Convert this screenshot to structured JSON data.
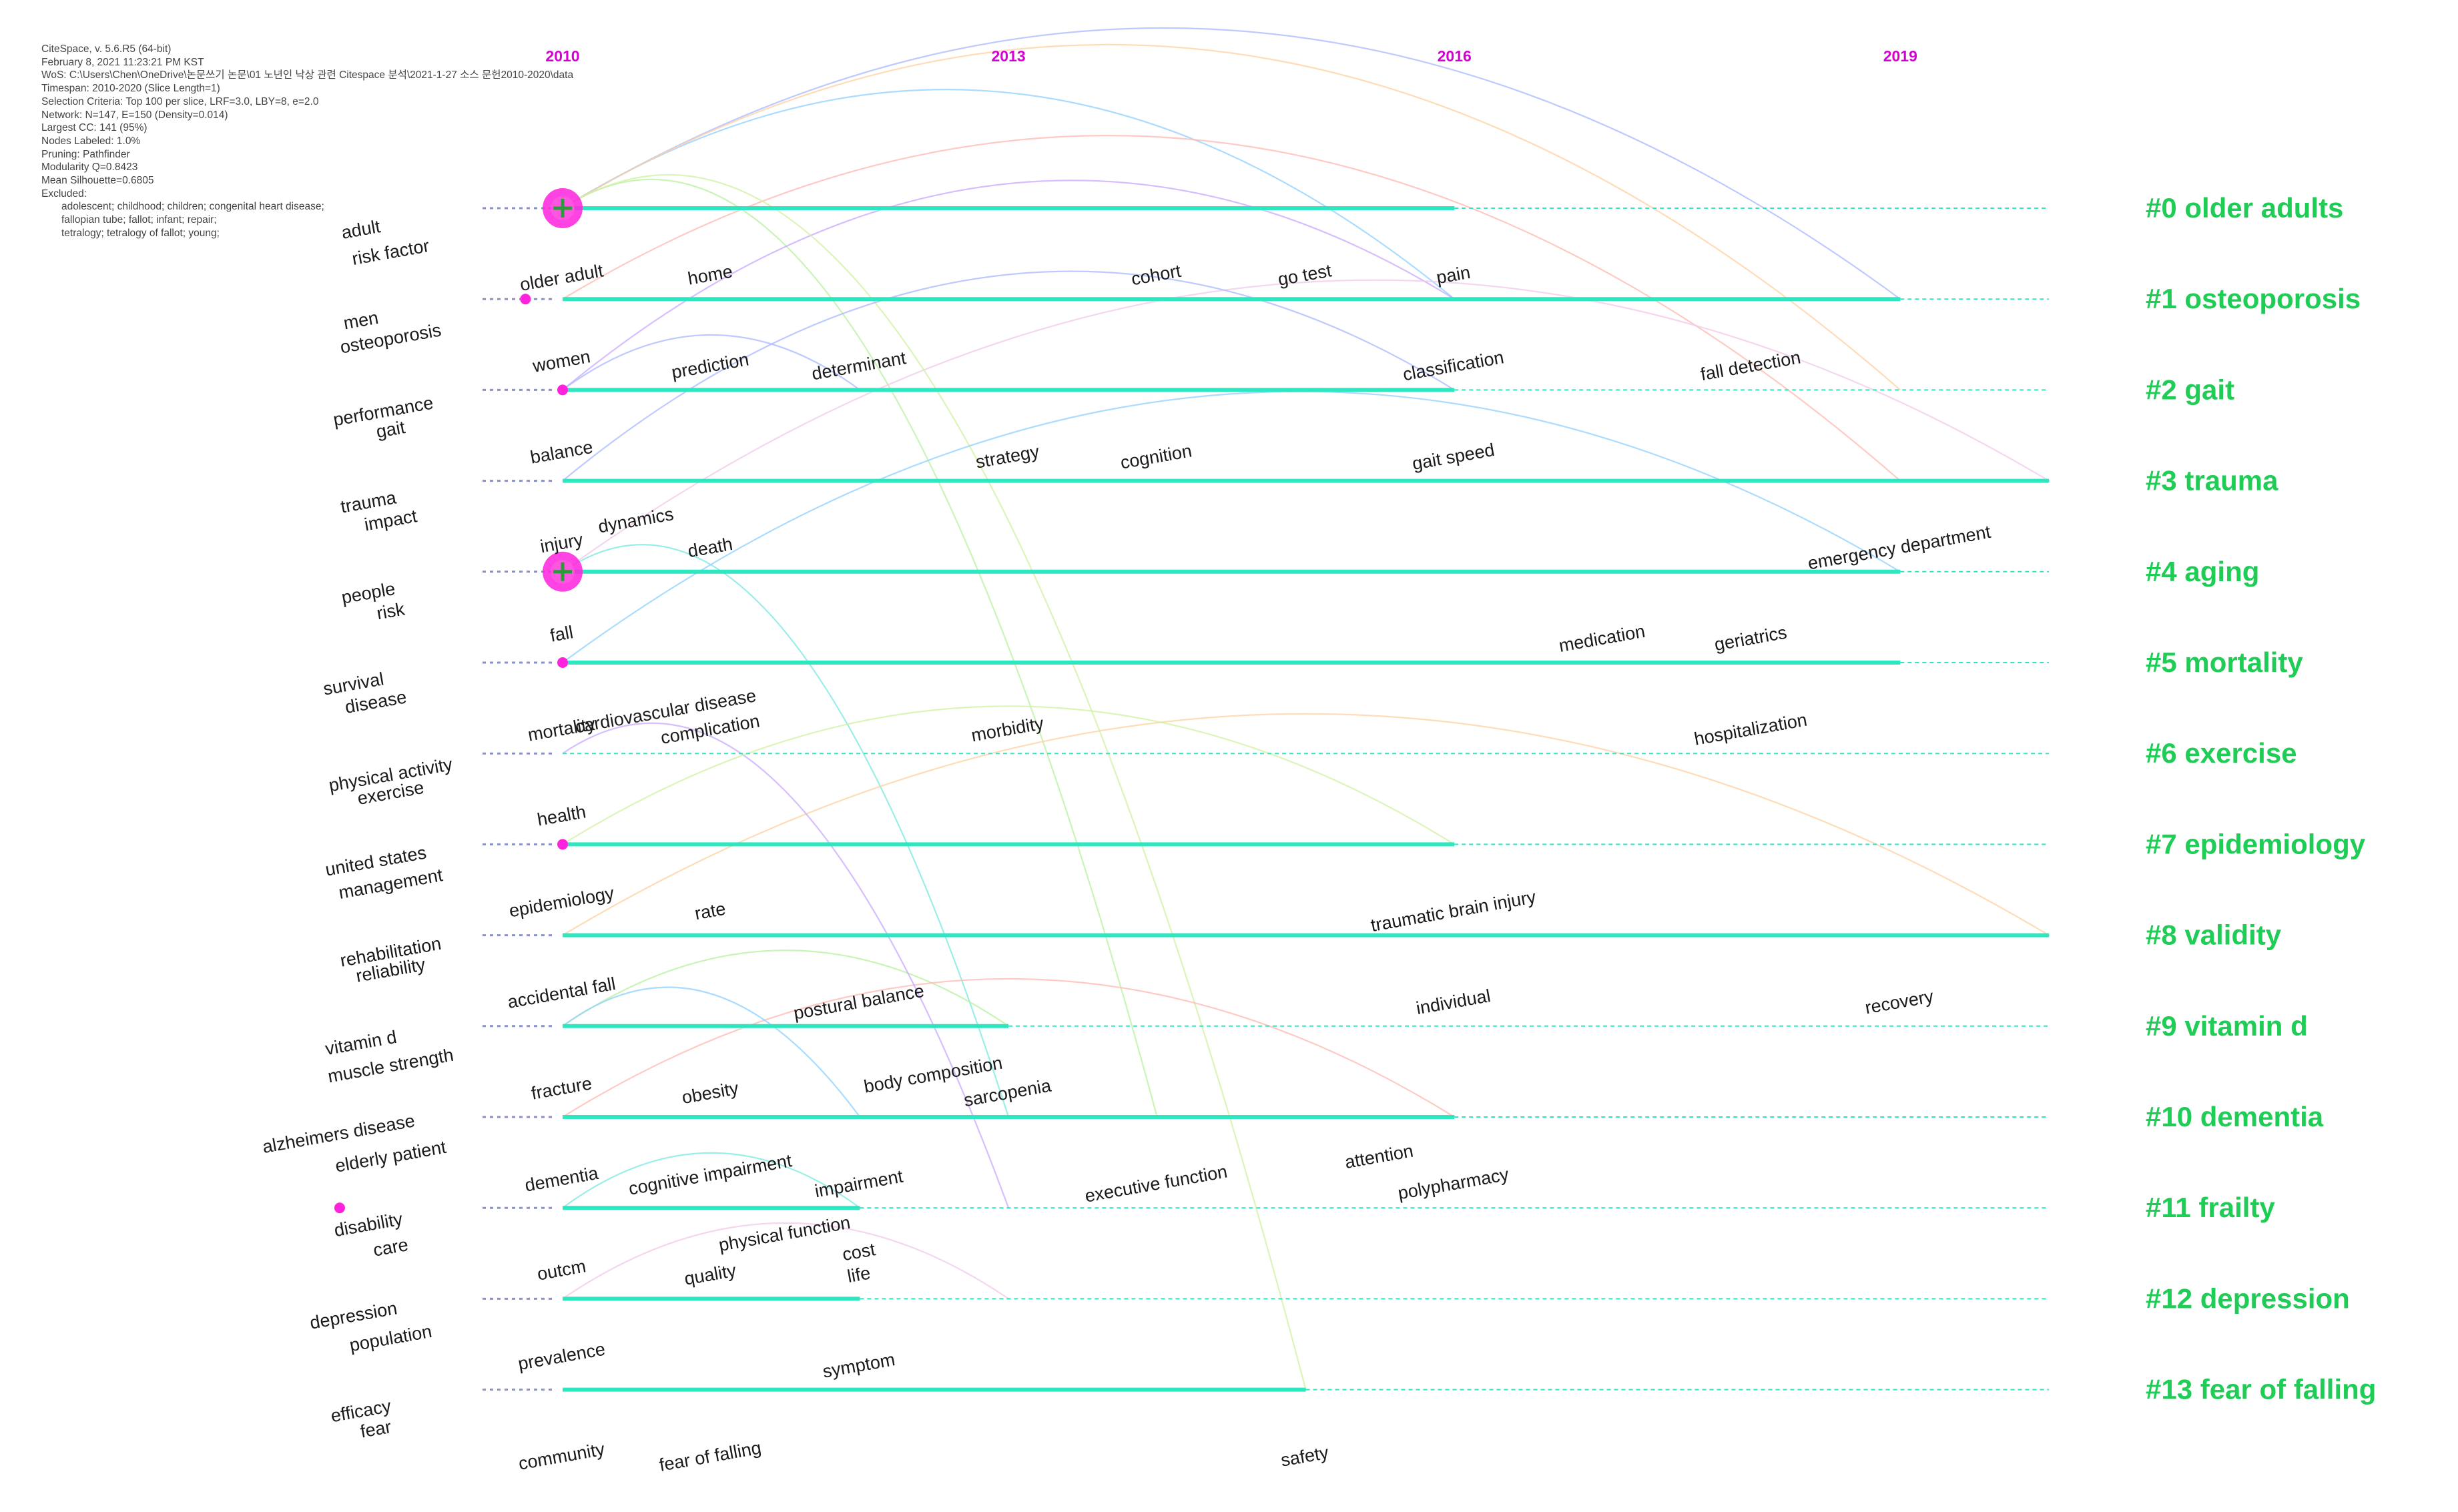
{
  "meta": {
    "lines": [
      "CiteSpace, v. 5.6.R5 (64-bit)",
      "February 8, 2021 11:23:21 PM KST",
      "WoS: C:\\Users\\Chen\\OneDrive\\논문쓰기 논문\\01 노년인 낙상 관련 Citespace 분석\\2021-1-27 소스 문헌2010-2020\\data",
      "Timespan: 2010-2020 (Slice Length=1)",
      "Selection Criteria: Top 100 per slice, LRF=3.0, LBY=8, e=2.0",
      "Network: N=147, E=150 (Density=0.014)",
      "Largest CC: 141 (95%)",
      "Nodes Labeled: 1.0%",
      "Pruning: Pathfinder",
      "Modularity Q=0.8423",
      "Mean Silhouette=0.6805",
      "Excluded:"
    ],
    "excluded_lines": [
      "adolescent; childhood; children; congenital heart disease;",
      "fallopian tube; fallot; infant; repair;",
      "tetralogy; tetralogy of fallot; young;"
    ]
  },
  "chart_data": {
    "type": "timeline",
    "x": {
      "ticks": [
        "2010",
        "2013",
        "2016",
        "2019"
      ],
      "range": [
        2010,
        2020
      ]
    },
    "colors": {
      "timeline": "#2ee6c0",
      "cluster_label": "#1fcc55",
      "year_label": "#d400d4",
      "node": "#ff22dd",
      "link_palette": [
        "#a8b8ff",
        "#8fd0ff",
        "#b8f0a0",
        "#ffd0a0",
        "#ffb8b0",
        "#c8a8ff",
        "#7ae8e0",
        "#f0c8e8",
        "#d0f0a0"
      ]
    },
    "clusters": [
      {
        "id": 0,
        "label": "#0 older adults",
        "start": 2010,
        "end": 2016
      },
      {
        "id": 1,
        "label": "#1 osteoporosis",
        "start": 2010,
        "end": 2019
      },
      {
        "id": 2,
        "label": "#2 gait",
        "start": 2010,
        "end": 2016
      },
      {
        "id": 3,
        "label": "#3 trauma",
        "start": 2010,
        "end": 2020
      },
      {
        "id": 4,
        "label": "#4 aging",
        "start": 2010,
        "end": 2019
      },
      {
        "id": 5,
        "label": "#5 mortality",
        "start": 2010,
        "end": 2019
      },
      {
        "id": 6,
        "label": "#6 exercise",
        "start": 2010,
        "end": 2010
      },
      {
        "id": 7,
        "label": "#7 epidemiology",
        "start": 2010,
        "end": 2016
      },
      {
        "id": 8,
        "label": "#8 validity",
        "start": 2010,
        "end": 2020
      },
      {
        "id": 9,
        "label": "#9 vitamin d",
        "start": 2010,
        "end": 2013
      },
      {
        "id": 10,
        "label": "#10 dementia",
        "start": 2010,
        "end": 2016
      },
      {
        "id": 11,
        "label": "#11 frailty",
        "start": 2010,
        "end": 2012
      },
      {
        "id": 12,
        "label": "#12 depression",
        "start": 2010,
        "end": 2012
      },
      {
        "id": 13,
        "label": "#13 fear of falling",
        "start": 2010,
        "end": 2015
      }
    ],
    "terms": [
      {
        "text": "adult",
        "year": 2008.65,
        "row": 0.3
      },
      {
        "text": "risk factor",
        "year": 2008.85,
        "row": 0.55
      },
      {
        "text": "older adult",
        "year": 2010.0,
        "row": 0.83
      },
      {
        "text": "men",
        "year": 2008.65,
        "row": 1.3
      },
      {
        "text": "osteoporosis",
        "year": 2008.85,
        "row": 1.5
      },
      {
        "text": "women",
        "year": 2010.0,
        "row": 1.75
      },
      {
        "text": "home",
        "year": 2011.0,
        "row": 0.8
      },
      {
        "text": "cohort",
        "year": 2014.0,
        "row": 0.8
      },
      {
        "text": "go test",
        "year": 2015.0,
        "row": 0.8
      },
      {
        "text": "pain",
        "year": 2016.0,
        "row": 0.8
      },
      {
        "text": "prediction",
        "year": 2011.0,
        "row": 1.8
      },
      {
        "text": "determinant",
        "year": 2012.0,
        "row": 1.8
      },
      {
        "text": "classification",
        "year": 2016.0,
        "row": 1.8
      },
      {
        "text": "fall detection",
        "year": 2018.0,
        "row": 1.8
      },
      {
        "text": "performance",
        "year": 2008.8,
        "row": 2.3
      },
      {
        "text": "gait",
        "year": 2008.85,
        "row": 2.5
      },
      {
        "text": "balance",
        "year": 2010.0,
        "row": 2.75
      },
      {
        "text": "strategy",
        "year": 2013.0,
        "row": 2.8
      },
      {
        "text": "cognition",
        "year": 2014.0,
        "row": 2.8
      },
      {
        "text": "gait speed",
        "year": 2016.0,
        "row": 2.8
      },
      {
        "text": "trauma",
        "year": 2008.7,
        "row": 3.3
      },
      {
        "text": "impact",
        "year": 2008.85,
        "row": 3.5
      },
      {
        "text": "injury",
        "year": 2010.0,
        "row": 3.75
      },
      {
        "text": "dynamics",
        "year": 2010.5,
        "row": 3.5
      },
      {
        "text": "death",
        "year": 2011.0,
        "row": 3.8
      },
      {
        "text": "emergency department",
        "year": 2019.0,
        "row": 3.8
      },
      {
        "text": "people",
        "year": 2008.7,
        "row": 4.3
      },
      {
        "text": "risk",
        "year": 2008.85,
        "row": 4.5
      },
      {
        "text": "fall",
        "year": 2010.0,
        "row": 4.75
      },
      {
        "text": "medication",
        "year": 2017.0,
        "row": 4.8
      },
      {
        "text": "geriatrics",
        "year": 2018.0,
        "row": 4.8
      },
      {
        "text": "survival",
        "year": 2008.6,
        "row": 5.3
      },
      {
        "text": "disease",
        "year": 2008.75,
        "row": 5.5
      },
      {
        "text": "mortality",
        "year": 2010.0,
        "row": 5.8
      },
      {
        "text": "cardiovascular disease",
        "year": 2010.7,
        "row": 5.6
      },
      {
        "text": "complication",
        "year": 2011.0,
        "row": 5.8
      },
      {
        "text": "morbidity",
        "year": 2013.0,
        "row": 5.8
      },
      {
        "text": "hospitalization",
        "year": 2018.0,
        "row": 5.8
      },
      {
        "text": "physical activity",
        "year": 2008.85,
        "row": 6.3
      },
      {
        "text": "exercise",
        "year": 2008.85,
        "row": 6.5
      },
      {
        "text": "health",
        "year": 2010.0,
        "row": 6.75
      },
      {
        "text": "united states",
        "year": 2008.75,
        "row": 7.25
      },
      {
        "text": "management",
        "year": 2008.85,
        "row": 7.5
      },
      {
        "text": "epidemiology",
        "year": 2010.0,
        "row": 7.7
      },
      {
        "text": "rate",
        "year": 2011.0,
        "row": 7.8
      },
      {
        "text": "traumatic brain injury",
        "year": 2016.0,
        "row": 7.8
      },
      {
        "text": "rehabilitation",
        "year": 2008.85,
        "row": 8.25
      },
      {
        "text": "reliability",
        "year": 2008.85,
        "row": 8.45
      },
      {
        "text": "accidental fall",
        "year": 2010.0,
        "row": 8.7
      },
      {
        "text": "postural balance",
        "year": 2012.0,
        "row": 8.8
      },
      {
        "text": "individual",
        "year": 2016.0,
        "row": 8.8
      },
      {
        "text": "recovery",
        "year": 2019.0,
        "row": 8.8
      },
      {
        "text": "vitamin d",
        "year": 2008.65,
        "row": 9.25
      },
      {
        "text": "muscle strength",
        "year": 2008.85,
        "row": 9.5
      },
      {
        "text": "fracture",
        "year": 2010.0,
        "row": 9.75
      },
      {
        "text": "obesity",
        "year": 2011.0,
        "row": 9.8
      },
      {
        "text": "body composition",
        "year": 2012.5,
        "row": 9.6
      },
      {
        "text": "sarcopenia",
        "year": 2013.0,
        "row": 9.8
      },
      {
        "text": "alzheimers disease",
        "year": 2008.5,
        "row": 10.25
      },
      {
        "text": "elderly patient",
        "year": 2008.85,
        "row": 10.5
      },
      {
        "text": "dementia",
        "year": 2010.0,
        "row": 10.75
      },
      {
        "text": "cognitive impairment",
        "year": 2011.0,
        "row": 10.7
      },
      {
        "text": "impairment",
        "year": 2012.0,
        "row": 10.8
      },
      {
        "text": "executive function",
        "year": 2014.0,
        "row": 10.8
      },
      {
        "text": "attention",
        "year": 2015.5,
        "row": 10.5
      },
      {
        "text": "polypharmacy",
        "year": 2016.0,
        "row": 10.8
      },
      {
        "text": "disability",
        "year": 2008.7,
        "row": 11.25
      },
      {
        "text": "care",
        "year": 2008.85,
        "row": 11.5
      },
      {
        "text": "outcm",
        "year": 2010.0,
        "row": 11.75
      },
      {
        "text": "physical function",
        "year": 2011.5,
        "row": 11.35
      },
      {
        "text": "cost",
        "year": 2012.0,
        "row": 11.55
      },
      {
        "text": "life",
        "year": 2012.0,
        "row": 11.8
      },
      {
        "text": "quality",
        "year": 2011.0,
        "row": 11.8
      },
      {
        "text": "depression",
        "year": 2008.6,
        "row": 12.25
      },
      {
        "text": "population",
        "year": 2008.85,
        "row": 12.5
      },
      {
        "text": "prevalence",
        "year": 2010.0,
        "row": 12.7
      },
      {
        "text": "symptom",
        "year": 2012.0,
        "row": 12.8
      },
      {
        "text": "efficacy",
        "year": 2008.65,
        "row": 13.3
      },
      {
        "text": "fear",
        "year": 2008.75,
        "row": 13.5
      },
      {
        "text": "community",
        "year": 2010.0,
        "row": 13.8
      },
      {
        "text": "fear of falling",
        "year": 2011.0,
        "row": 13.8
      },
      {
        "text": "safety",
        "year": 2015.0,
        "row": 13.8
      }
    ],
    "major_nodes": [
      {
        "row": 0,
        "year": 2010
      },
      {
        "row": 4,
        "year": 2010
      }
    ],
    "small_nodes": [
      {
        "row": 1,
        "year": 2009.75
      },
      {
        "row": 2,
        "year": 2010
      },
      {
        "row": 5,
        "year": 2010
      },
      {
        "row": 7,
        "year": 2010
      },
      {
        "row": 11,
        "year": 2008.5
      }
    ],
    "links": [
      {
        "from": [
          2010,
          0
        ],
        "to": [
          2019,
          1
        ]
      },
      {
        "from": [
          2010,
          0
        ],
        "to": [
          2016,
          1
        ]
      },
      {
        "from": [
          2010,
          0
        ],
        "to": [
          2014,
          10
        ]
      },
      {
        "from": [
          2010,
          0
        ],
        "to": [
          2019,
          2
        ]
      },
      {
        "from": [
          2010,
          1
        ],
        "to": [
          2019,
          3
        ]
      },
      {
        "from": [
          2010,
          2
        ],
        "to": [
          2016,
          1
        ]
      },
      {
        "from": [
          2010,
          4
        ],
        "to": [
          2013,
          10
        ]
      },
      {
        "from": [
          2010,
          4
        ],
        "to": [
          2020,
          3
        ]
      },
      {
        "from": [
          2010,
          0
        ],
        "to": [
          2015,
          13
        ]
      },
      {
        "from": [
          2010,
          3
        ],
        "to": [
          2016,
          2
        ]
      },
      {
        "from": [
          2010,
          5
        ],
        "to": [
          2019,
          4
        ]
      },
      {
        "from": [
          2010,
          9
        ],
        "to": [
          2013,
          9
        ]
      },
      {
        "from": [
          2010,
          8
        ],
        "to": [
          2020,
          8
        ]
      },
      {
        "from": [
          2010,
          10
        ],
        "to": [
          2016,
          10
        ]
      },
      {
        "from": [
          2010,
          6
        ],
        "to": [
          2013,
          11
        ]
      },
      {
        "from": [
          2010,
          11
        ],
        "to": [
          2012,
          11
        ]
      },
      {
        "from": [
          2010,
          12
        ],
        "to": [
          2013,
          12
        ]
      },
      {
        "from": [
          2010,
          7
        ],
        "to": [
          2016,
          7
        ]
      },
      {
        "from": [
          2010,
          2
        ],
        "to": [
          2012,
          2
        ]
      },
      {
        "from": [
          2010,
          9
        ],
        "to": [
          2012,
          10
        ]
      }
    ]
  }
}
